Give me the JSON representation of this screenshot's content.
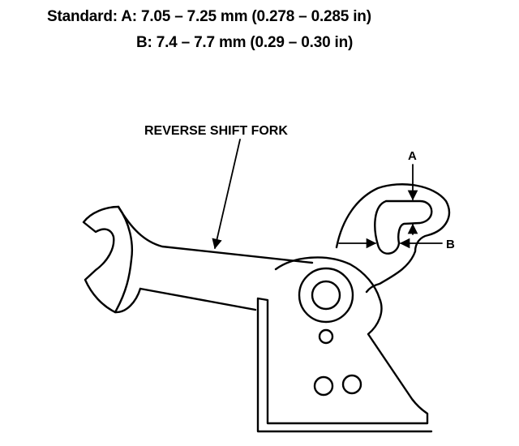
{
  "header": {
    "line1": "Standard: A: 7.05 – 7.25 mm (0.278 – 0.285 in)",
    "line2": "B: 7.4 – 7.7 mm (0.29 – 0.30 in)"
  },
  "diagram": {
    "part_label": "REVERSE SHIFT FORK",
    "label_a": "A",
    "label_b": "B"
  }
}
